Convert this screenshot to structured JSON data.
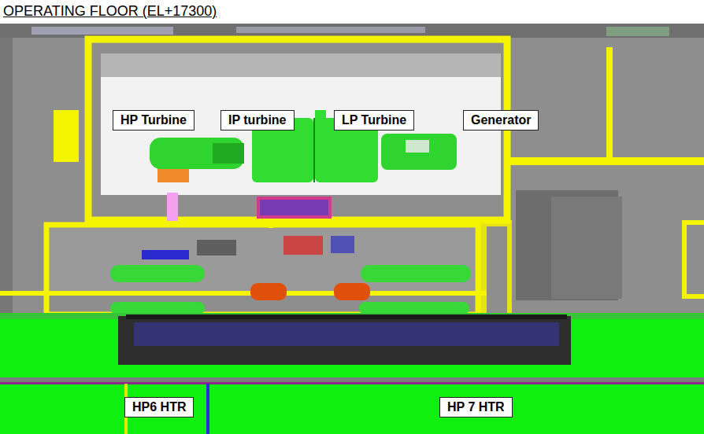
{
  "diagram": {
    "title": "OPERATING FLOOR (EL+17300)",
    "nodes": [
      {
        "text": [
          "HP Turbine"
        ]
      },
      {
        "text": [
          "IP turbine"
        ]
      },
      {
        "text": [
          "LP Turbine"
        ]
      },
      {
        "text": [
          "Generator"
        ]
      },
      {
        "text": [
          "HP6 HTR"
        ]
      },
      {
        "text": [
          "HP 7 HTR"
        ]
      }
    ]
  }
}
